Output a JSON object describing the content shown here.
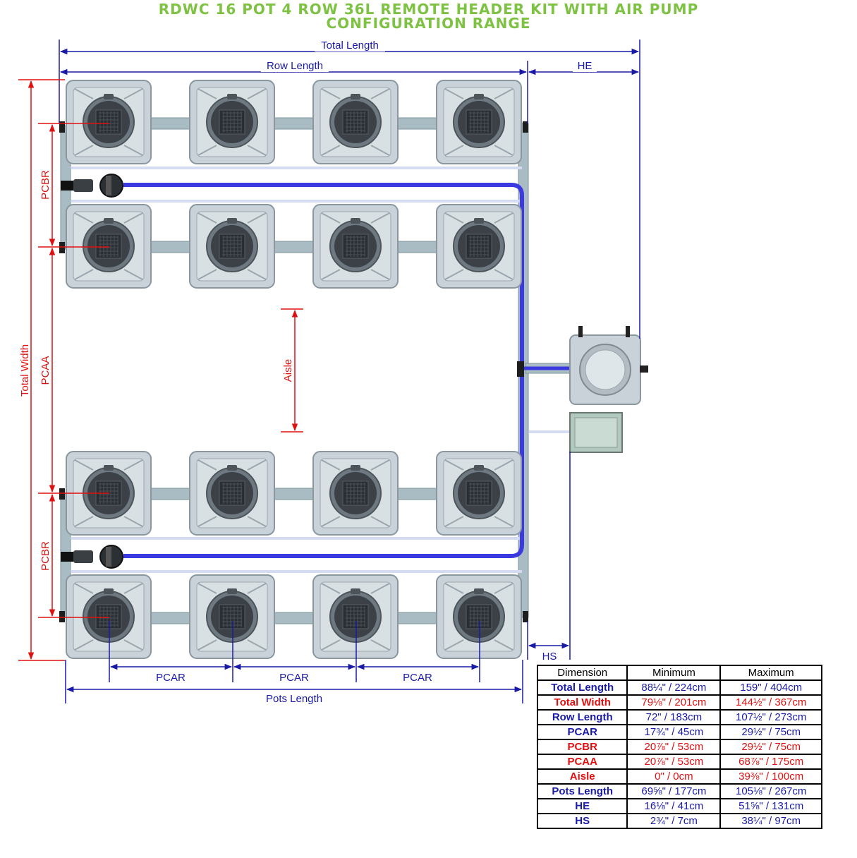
{
  "title": {
    "line1": "RDWC 16 POT 4 ROW 36L REMOTE HEADER KIT WITH AIR PUMP",
    "line2": "CONFIGURATION RANGE"
  },
  "labels": {
    "total_length": "Total Length",
    "row_length": "Row Length",
    "he": "HE",
    "hs": "HS",
    "total_width": "Total Width",
    "pcbr_top": "PCBR",
    "pcaa": "PCAA",
    "pcbr_bottom": "PCBR",
    "aisle": "Aisle",
    "pcar_1": "PCAR",
    "pcar_2": "PCAR",
    "pcar_3": "PCAR",
    "pots_length": "Pots Length"
  },
  "colors": {
    "title": "#7dc242",
    "dimension_blue": "#1a1aa8",
    "dimension_red": "#e01010",
    "air_line": "#3a3ae0",
    "pot_body": "#c9d2d8",
    "pipe": "#a9bcc4"
  },
  "table": {
    "headers": [
      "Dimension",
      "Minimum",
      "Maximum"
    ],
    "rows": [
      {
        "dimension": "Total Length",
        "min": "88¼\" / 224cm",
        "max": "159\" / 404cm",
        "color": "blue"
      },
      {
        "dimension": "Total Width",
        "min": "79⅛\" / 201cm",
        "max": "144½\" / 367cm",
        "color": "red"
      },
      {
        "dimension": "Row Length",
        "min": "72\" / 183cm",
        "max": "107½\" / 273cm",
        "color": "blue"
      },
      {
        "dimension": "PCAR",
        "min": "17¾\" / 45cm",
        "max": "29½\" / 75cm",
        "color": "blue"
      },
      {
        "dimension": "PCBR",
        "min": "20⅞\" / 53cm",
        "max": "29½\" / 75cm",
        "color": "red"
      },
      {
        "dimension": "PCAA",
        "min": "20⅞\" / 53cm",
        "max": "68⅞\" / 175cm",
        "color": "red"
      },
      {
        "dimension": "Aisle",
        "min": "0\" / 0cm",
        "max": "39⅜\" / 100cm",
        "color": "red"
      },
      {
        "dimension": "Pots Length",
        "min": "69⅝\" / 177cm",
        "max": "105⅛\" / 267cm",
        "color": "blue"
      },
      {
        "dimension": "HE",
        "min": "16⅛\" / 41cm",
        "max": "51⅝\" / 131cm",
        "color": "blue"
      },
      {
        "dimension": "HS",
        "min": "2¾\" / 7cm",
        "max": "38¼\" / 97cm",
        "color": "blue"
      }
    ]
  }
}
